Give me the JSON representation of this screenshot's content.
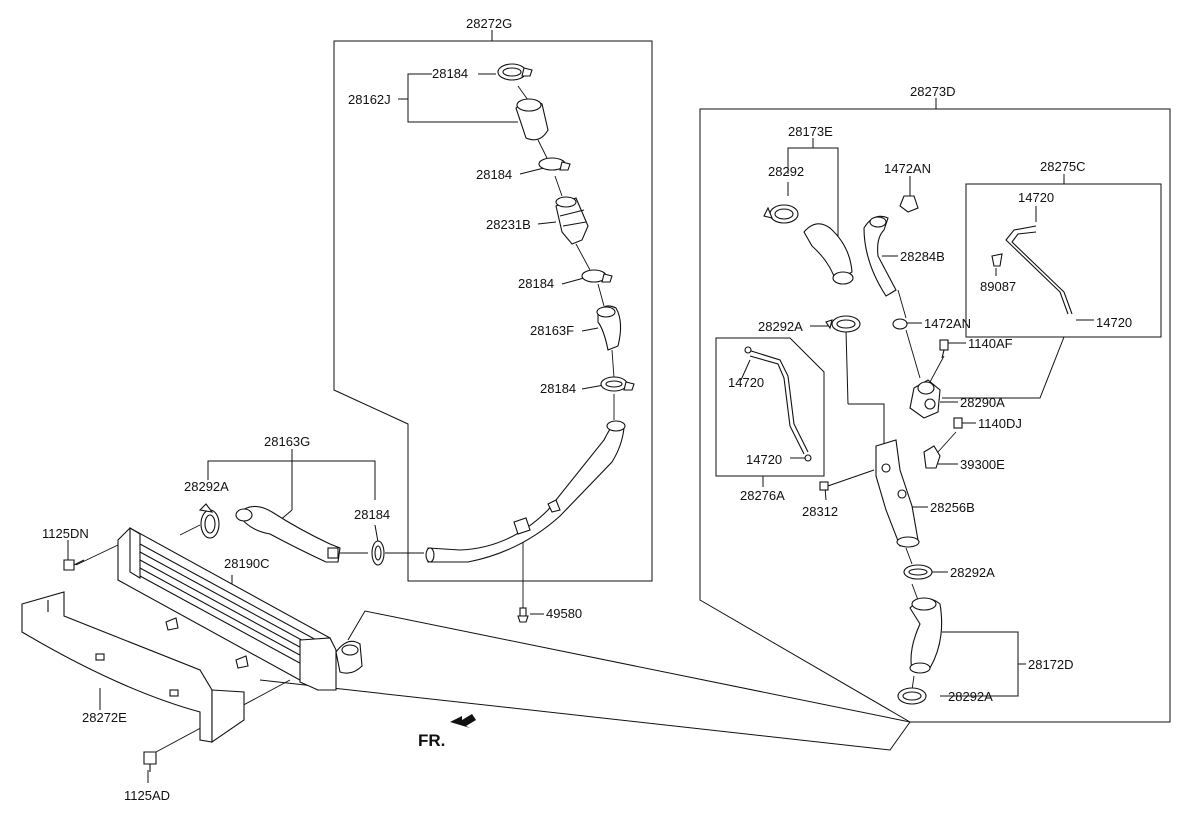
{
  "direction_label": "FR.",
  "groups": {
    "g28272G": "28272G",
    "g28273D": "28273D",
    "g28275C": "28275C",
    "g28276A": "28276A",
    "g28163G": "28163G",
    "g28173E": "28173E",
    "g28172D": "28172D",
    "g28162J": "28162J"
  },
  "parts": {
    "p28184_a": "28184",
    "p28184_b": "28184",
    "p28184_c": "28184",
    "p28184_d": "28184",
    "p28184_e": "28184",
    "p28231B": "28231B",
    "p28163F": "28163F",
    "p49580": "49580",
    "p28292A_left": "28292A",
    "p1125DN": "1125DN",
    "p28190C": "28190C",
    "p28272E": "28272E",
    "p1125AD": "1125AD",
    "p28292": "28292",
    "p1472AN_a": "1472AN",
    "p1472AN_b": "1472AN",
    "p28284B": "28284B",
    "p14720_a": "14720",
    "p14720_b": "14720",
    "p14720_c": "14720",
    "p14720_d": "14720",
    "p89087": "89087",
    "p28292A_a": "28292A",
    "p28292A_b": "28292A",
    "p28292A_c": "28292A",
    "p1140AF": "1140AF",
    "p28290A": "28290A",
    "p1140DJ": "1140DJ",
    "p39300E": "39300E",
    "p28256B": "28256B",
    "p28312": "28312"
  }
}
